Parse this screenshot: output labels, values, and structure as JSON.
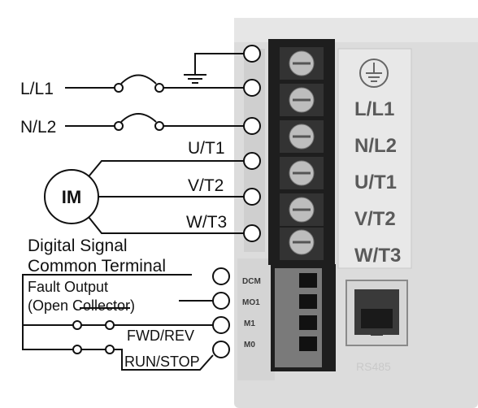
{
  "wiring_labels": {
    "l1": "L/L1",
    "n2": "N/L2",
    "ut1": "U/T1",
    "vt2": "V/T2",
    "wt3": "W/T3",
    "motor": "IM",
    "dig_line1": "Digital Signal",
    "dig_line2": "Common Terminal",
    "fault_line1": "Fault Output",
    "fault_line2": "(Open Collector)",
    "fwd": "FWD/REV",
    "run": "RUN/STOP"
  },
  "panel_labels": [
    "L/L1",
    "N/L2",
    "U/T1",
    "V/T2",
    "W/T3"
  ],
  "control_terminals": [
    "DCM",
    "MO1",
    "M1",
    "M0"
  ],
  "port_label": "RS485",
  "colors": {
    "housing": "#dcdcdc",
    "block": "#1e1e1e",
    "screw": "#bdbdbd",
    "panel_text": "#5a5a5a",
    "wire": "#111111"
  },
  "icons": [
    "ground-icon",
    "switch-icon",
    "motor-icon",
    "screw-icon",
    "rj45-port-icon"
  ]
}
